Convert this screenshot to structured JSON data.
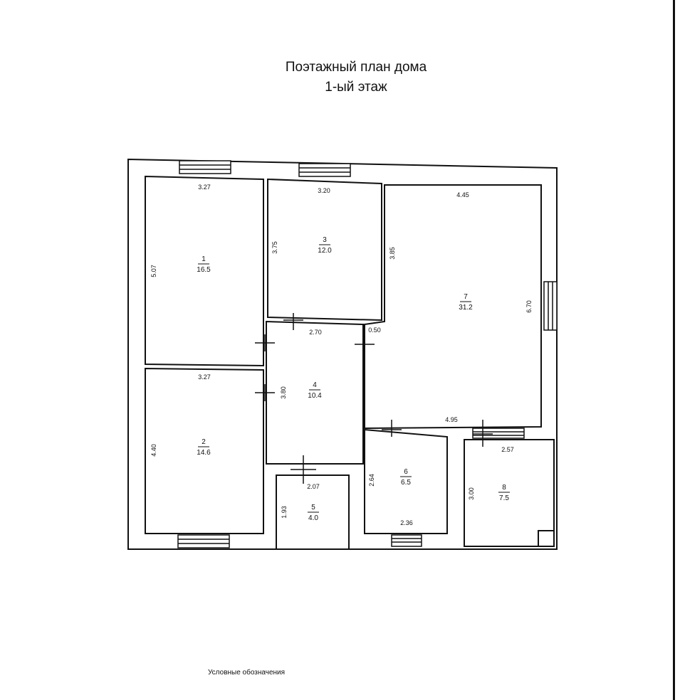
{
  "title": {
    "line1": "Поэтажный план дома",
    "line2": "1-ый этаж"
  },
  "legend": "Условные обозначения",
  "rooms": [
    {
      "number": "1",
      "area": "16.5"
    },
    {
      "number": "2",
      "area": "14.6"
    },
    {
      "number": "3",
      "area": "12.0"
    },
    {
      "number": "4",
      "area": "10.4"
    },
    {
      "number": "5",
      "area": "4.0"
    },
    {
      "number": "6",
      "area": "6.5"
    },
    {
      "number": "7",
      "area": "31.2"
    },
    {
      "number": "8",
      "area": "7.5"
    }
  ],
  "dimensions": {
    "r1_width": "3.27",
    "r1_height": "5.07",
    "r2_width": "3.27",
    "r2_height": "4.40",
    "r3_width": "3.20",
    "r3_height": "3.75",
    "r4_width": "2.70",
    "r4_height": "3.80",
    "r4_offset": "0.50",
    "r5_width": "2.07",
    "r5_height": "1.93",
    "r6_height": "2.64",
    "r6_width": "2.36",
    "r7_width_top": "4.45",
    "r7_height_left": "3.85",
    "r7_height": "6.70",
    "r7_width_bottom": "4.95",
    "r8_width": "2.57",
    "r8_height": "3.00"
  }
}
